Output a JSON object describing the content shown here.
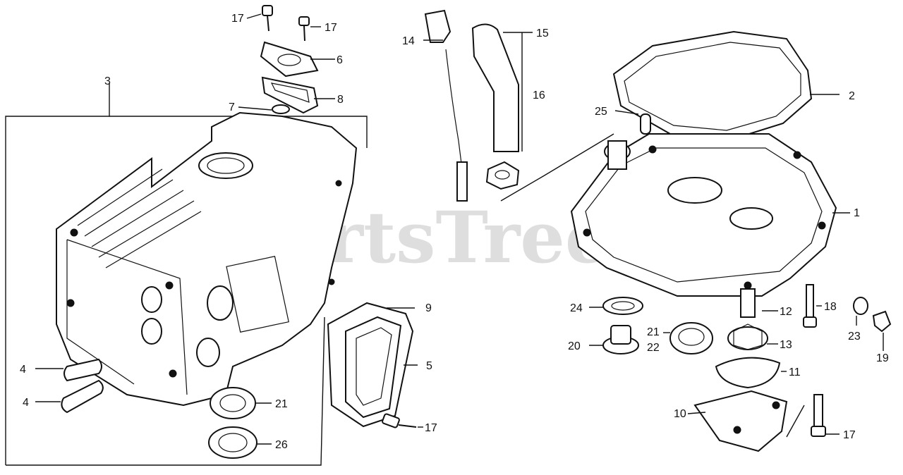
{
  "watermark": "PartsTree",
  "callouts": {
    "c1": "1",
    "c2": "2",
    "c3": "3",
    "c4a": "4",
    "c4b": "4",
    "c5": "5",
    "c6": "6",
    "c7": "7",
    "c8": "8",
    "c9": "9",
    "c10": "10",
    "c11": "11",
    "c12": "12",
    "c13": "13",
    "c14": "14",
    "c15": "15",
    "c16": "16",
    "c17a": "17",
    "c17b": "17",
    "c17c": "17",
    "c17d": "17",
    "c18": "18",
    "c19": "19",
    "c20": "20",
    "c21a": "21",
    "c21b": "21",
    "c22": "22",
    "c23": "23",
    "c24": "24",
    "c25": "25",
    "c26": "26"
  }
}
